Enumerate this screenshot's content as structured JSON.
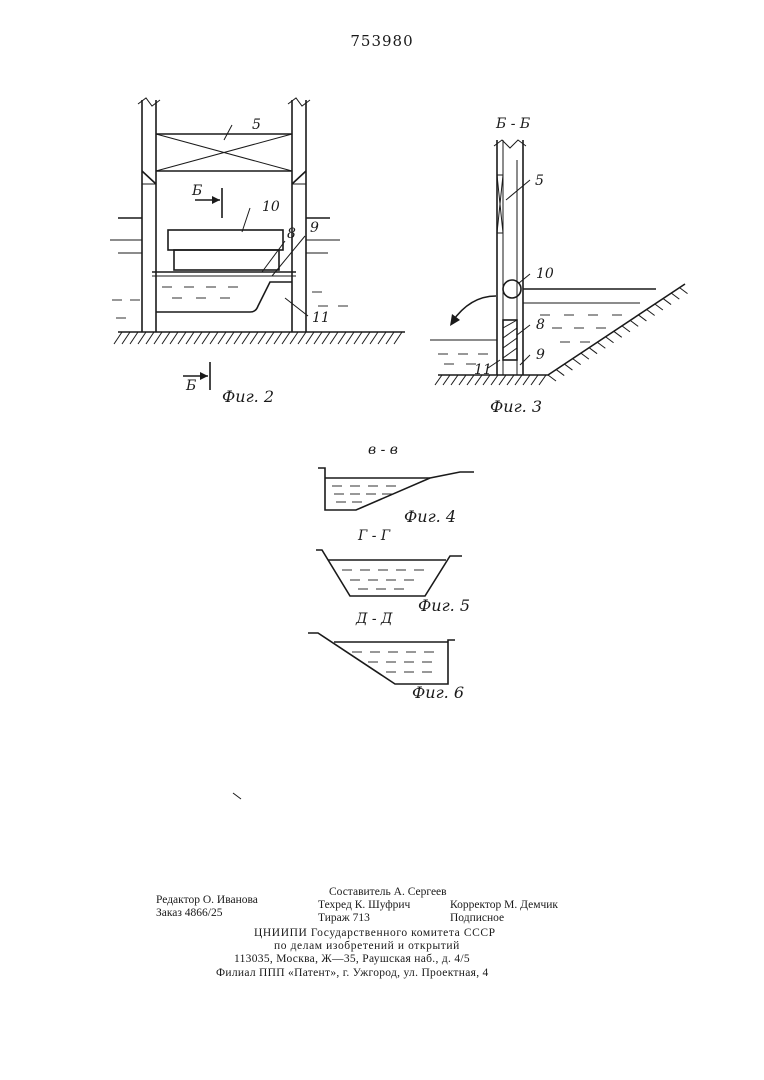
{
  "document": {
    "number": "753980"
  },
  "figures": {
    "fig2": {
      "caption": "Фиг. 2",
      "section_mark": "Б",
      "labels": [
        "5",
        "10",
        "8",
        "9",
        "11"
      ]
    },
    "fig3": {
      "caption": "Фиг. 3",
      "section_title": "Б - Б",
      "labels": [
        "5",
        "10",
        "8",
        "9",
        "11"
      ]
    },
    "fig4": {
      "caption": "Фиг. 4",
      "section_title": "в - в"
    },
    "fig5": {
      "caption": "Фиг. 5",
      "section_title": "Г - Г"
    },
    "fig6": {
      "caption": "Фиг. 6",
      "section_title": "Д - Д"
    }
  },
  "colophon": {
    "editor": "Редактор О. Иванова",
    "compiler": "Составитель А. Сергеев",
    "order": "Заказ 4866/25",
    "techred": "Техред К. Шуфрич",
    "corrector": "Корректор М. Демчик",
    "circulation": "Тираж 713",
    "subscription": "Подписное",
    "org_line1": "ЦНИИПИ Государственного комитета СССР",
    "org_line2": "по делам изобретений и открытий",
    "org_line3": "113035, Москва, Ж—35, Раушская наб., д. 4/5",
    "branch": "Филиал ППП «Патент», г. Ужгород, ул. Проектная, 4"
  }
}
